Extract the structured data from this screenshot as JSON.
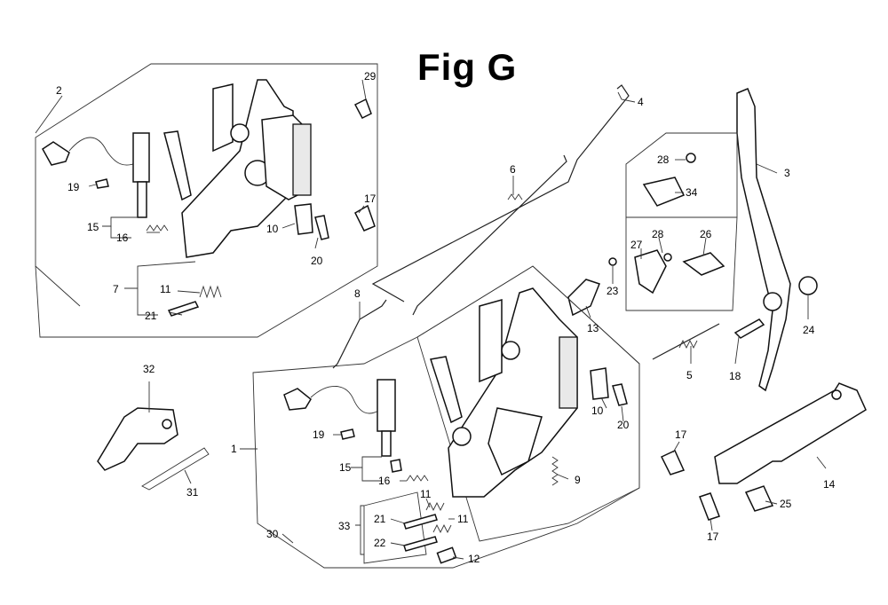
{
  "title": "Fig G",
  "callouts": {
    "c2": "2",
    "c29": "29",
    "c19a": "19",
    "c15a": "15",
    "c16a": "16",
    "c17a": "17",
    "c10a": "10",
    "c20a": "20",
    "c7": "7",
    "c11a": "11",
    "c21a": "21",
    "c4": "4",
    "c6": "6",
    "c28a": "28",
    "c34": "34",
    "c3": "3",
    "c27": "27",
    "c28b": "28",
    "c26": "26",
    "c23": "23",
    "c8": "8",
    "c13": "13",
    "c24": "24",
    "c18": "18",
    "c5": "5",
    "c32": "32",
    "c1": "1",
    "c19b": "19",
    "c15b": "15",
    "c16b": "16",
    "c10b": "10",
    "c20b": "20",
    "c17b": "17",
    "c9": "9",
    "c14": "14",
    "c31": "31",
    "c11b": "11",
    "c33": "33",
    "c21b": "21",
    "c11c": "11",
    "c22": "22",
    "c30": "30",
    "c12": "12",
    "c25": "25",
    "c17c": "17"
  }
}
